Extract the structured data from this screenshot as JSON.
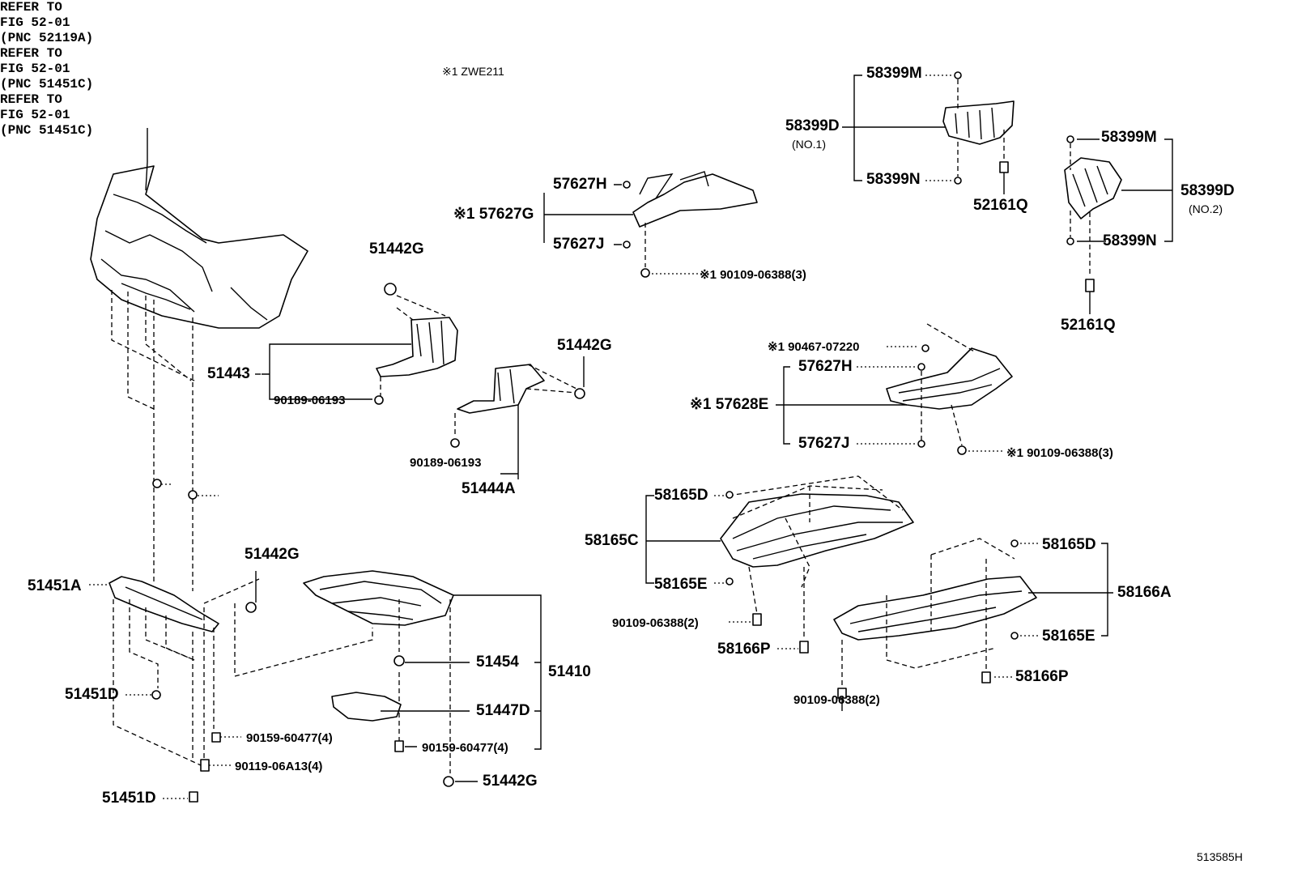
{
  "header_note": "※1 ZWE211",
  "figure_id": "513585H",
  "refs": {
    "bumper": [
      "REFER TO",
      "FIG 52-01",
      "(PNC 52119A)"
    ],
    "left": [
      "REFER TO",
      "FIG 52-01",
      "(PNC 51451C)"
    ],
    "right": [
      "REFER TO",
      "FIG 52-01",
      "(PNC 51451C)"
    ]
  },
  "labels": {
    "p51442G_a": "51442G",
    "p51443": "51443",
    "p90189_a": "90189-06193",
    "p51442G_b": "51442G",
    "p90189_b": "90189-06193",
    "p51444A": "51444A",
    "p57627H_a": "57627H",
    "p57627G": "※1 57627G",
    "p57627J_a": "57627J",
    "p90109_a": "※1 90109-06388(3)",
    "p58399M_a": "58399M",
    "p58399D_a": "58399D",
    "p58399D_a_sub": "(NO.1)",
    "p58399N_a": "58399N",
    "p52161Q_a": "52161Q",
    "p58399M_b": "58399M",
    "p58399D_b": "58399D",
    "p58399D_b_sub": "(NO.2)",
    "p58399N_b": "58399N",
    "p52161Q_b": "52161Q",
    "p90467": "※1 90467-07220",
    "p57627H_b": "57627H",
    "p57628E": "※1 57628E",
    "p57627J_b": "57627J",
    "p90109_b": "※1 90109-06388(3)",
    "p51442G_c": "51442G",
    "p51451A": "51451A",
    "p51451D_a": "51451D",
    "p90159_a": "90159-60477(4)",
    "p90119": "90119-06A13(4)",
    "p51451D_b": "51451D",
    "p51454": "51454",
    "p51410": "51410",
    "p51447D": "51447D",
    "p90159_b": "90159-60477(4)",
    "p51442G_d": "51442G",
    "p58165D_a": "58165D",
    "p58165C": "58165C",
    "p58165E_a": "58165E",
    "p90109_c": "90109-06388(2)",
    "p58166P_a": "58166P",
    "p58165D_b": "58165D",
    "p58166A": "58166A",
    "p58165E_b": "58165E",
    "p58166P_b": "58166P",
    "p90109_d": "90109-06388(2)"
  }
}
